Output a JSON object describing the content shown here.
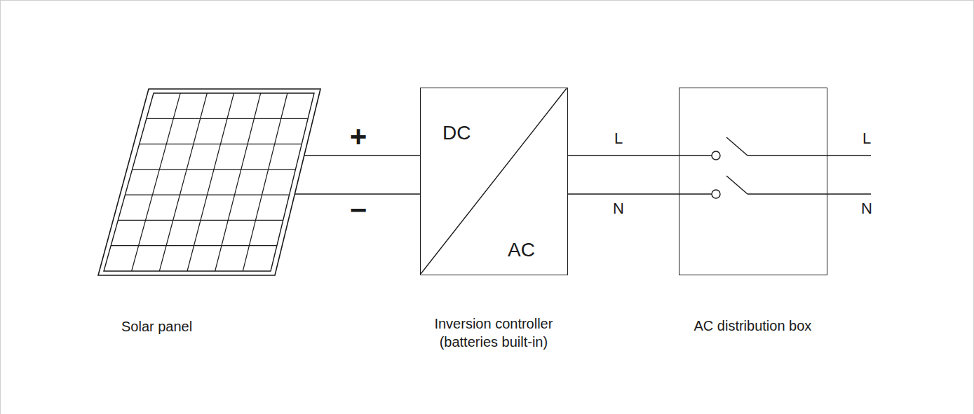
{
  "diagram": {
    "nodes": [
      {
        "text": [
          "Solar panel"
        ]
      },
      {
        "text": [
          "DC",
          "AC",
          "Inversion controller (batteries built-in)"
        ]
      },
      {
        "text": [
          "AC distribution box"
        ]
      }
    ],
    "edges": [
      {
        "from": 0,
        "to": 1,
        "label": "+",
        "arrow": "none"
      },
      {
        "from": 0,
        "to": 1,
        "label": "−",
        "arrow": "none"
      },
      {
        "from": 1,
        "to": 2,
        "label": "L",
        "arrow": "none"
      },
      {
        "from": 1,
        "to": 2,
        "label": "N",
        "arrow": "none"
      }
    ],
    "labels": [
      "L",
      "N"
    ]
  }
}
